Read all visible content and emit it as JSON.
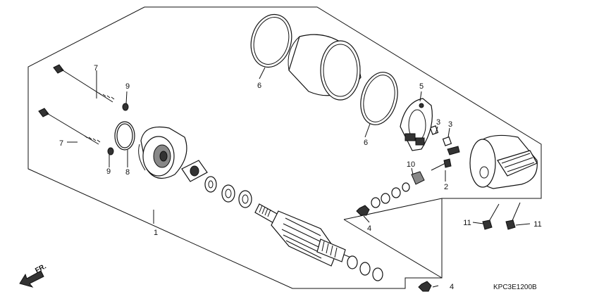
{
  "diagram": {
    "code": "KPC3E1200B",
    "direction_label": "FR.",
    "callouts": [
      "1",
      "2",
      "3",
      "3",
      "4",
      "4",
      "5",
      "6",
      "6",
      "7",
      "7",
      "8",
      "9",
      "9",
      "10",
      "11",
      "11"
    ]
  }
}
